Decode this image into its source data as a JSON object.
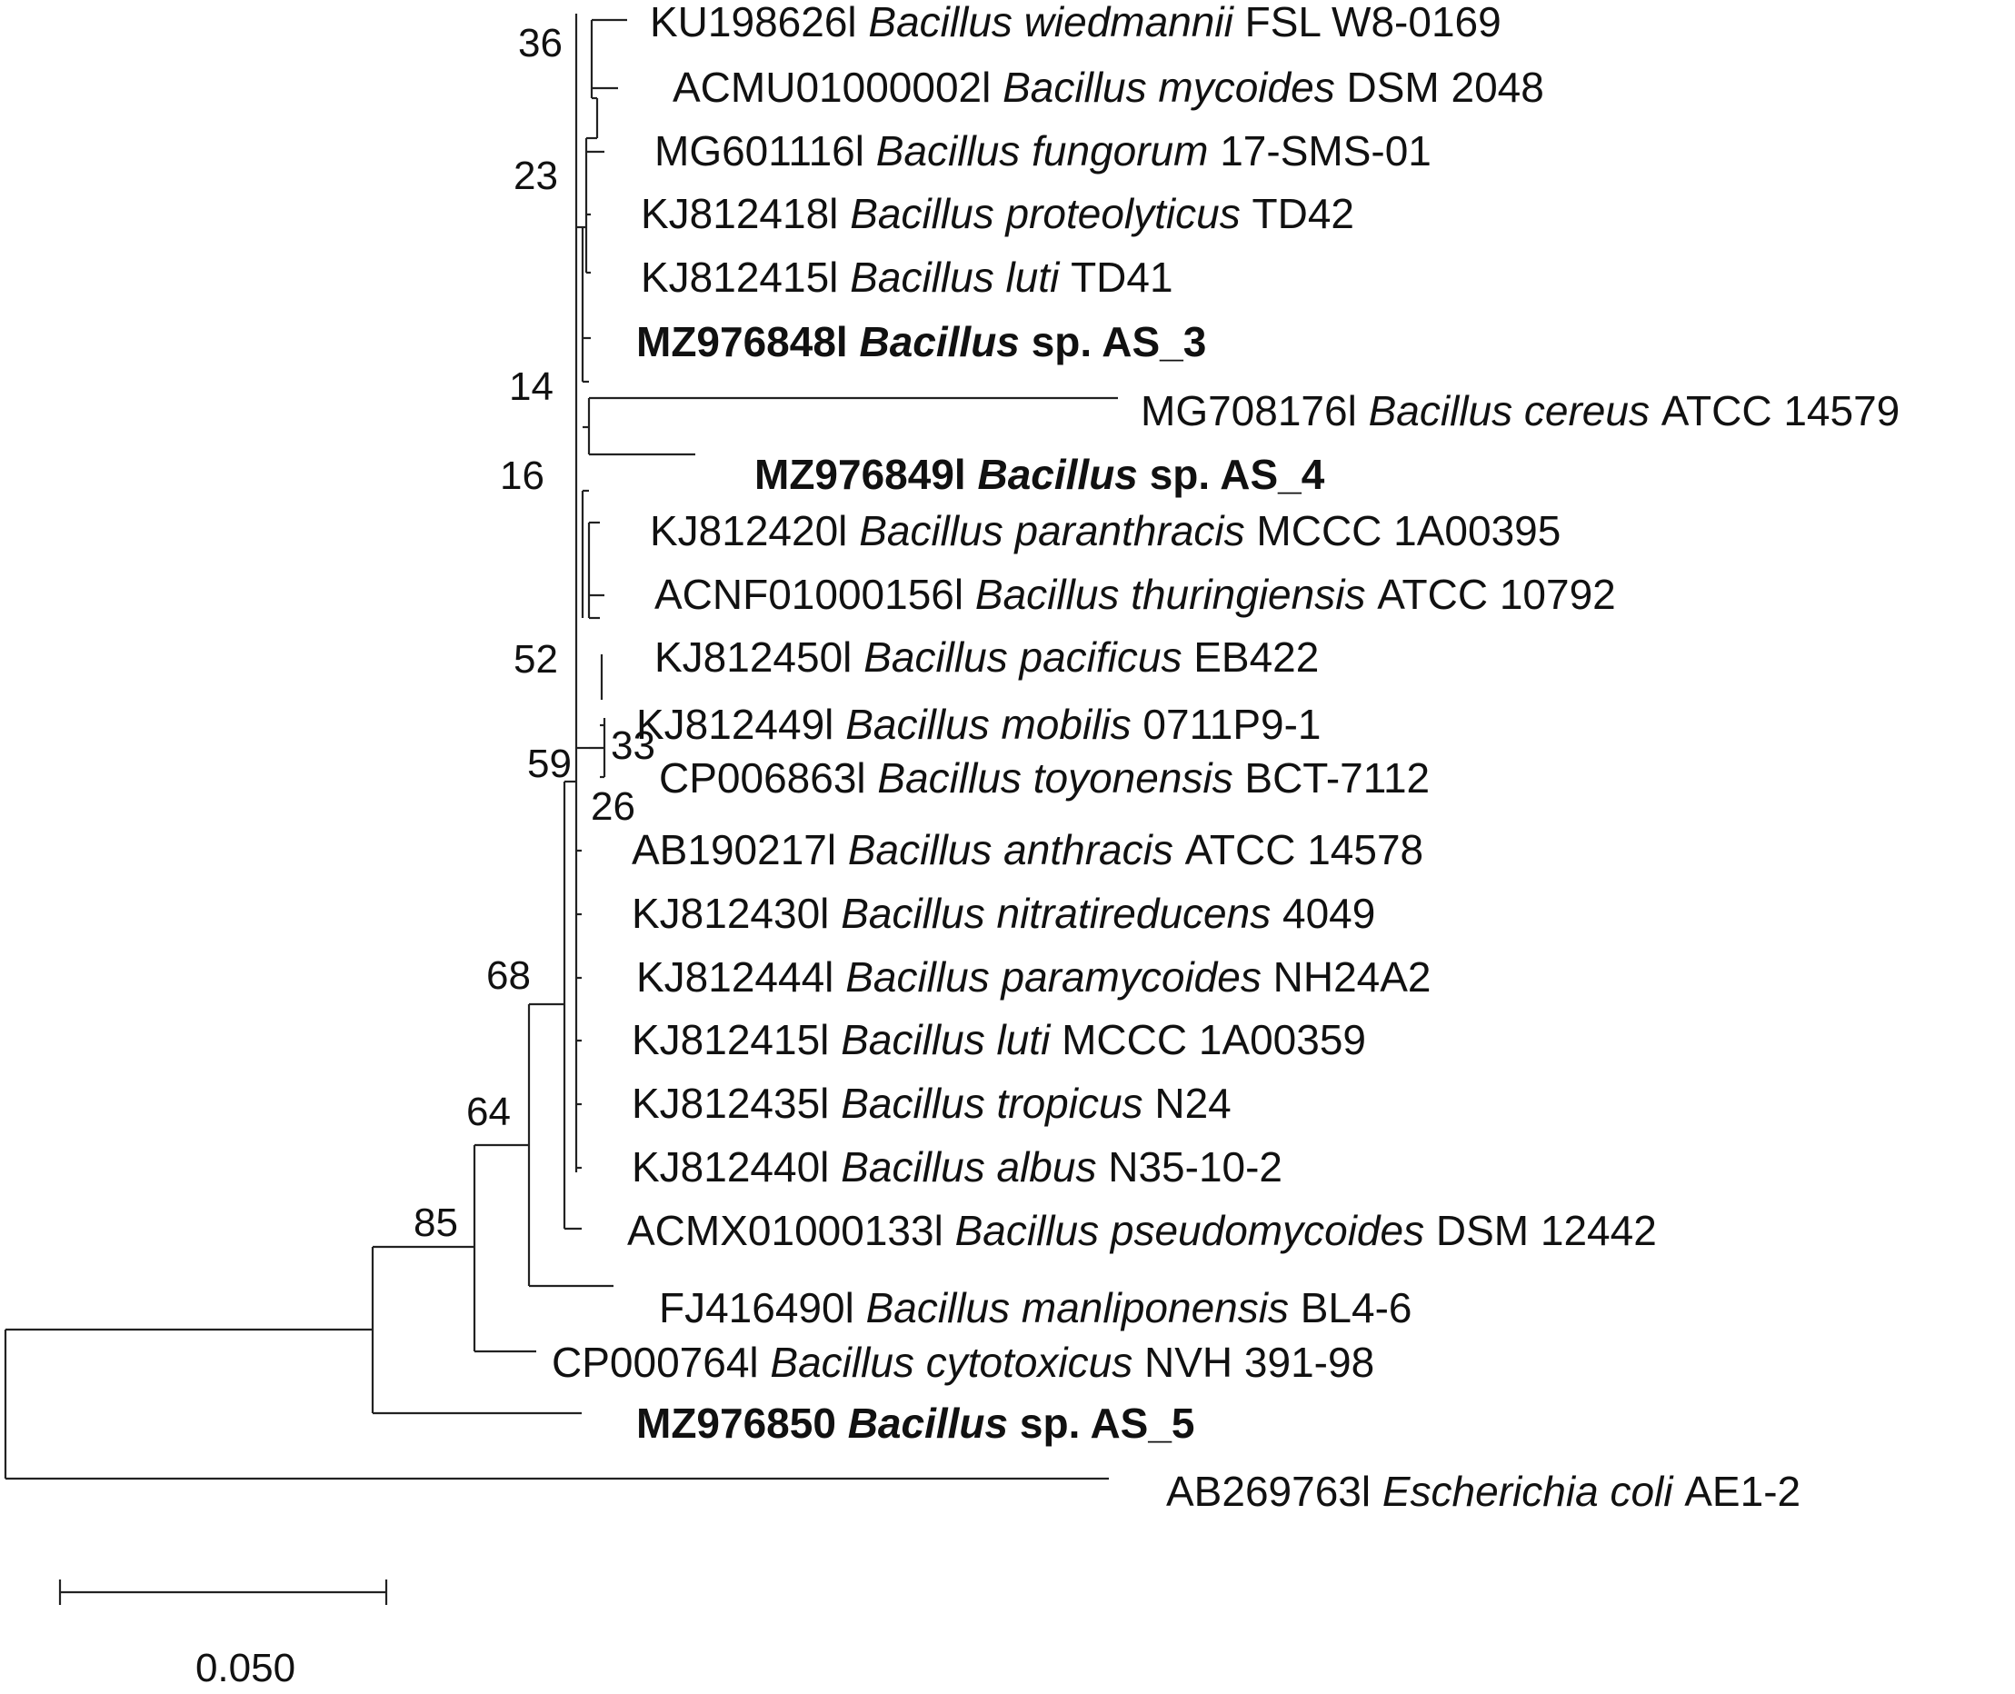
{
  "taxa": [
    {
      "acc": "KU198626l ",
      "genus": "Bacillus",
      "species": "wiedmannii",
      "strain": "FSL W8-0169",
      "highlight": false
    },
    {
      "acc": "ACMU01000002l ",
      "genus": "Bacillus",
      "species": "mycoides",
      "strain": "DSM 2048",
      "highlight": false
    },
    {
      "acc": "MG601116l ",
      "genus": "Bacillus",
      "species": "fungorum",
      "strain": "17-SMS-01",
      "highlight": false
    },
    {
      "acc": "KJ812418l ",
      "genus": "Bacillus",
      "species": "proteolyticus",
      "strain": "TD42",
      "highlight": false
    },
    {
      "acc": "KJ812415l ",
      "genus": "Bacillus",
      "species": "luti",
      "strain": "TD41",
      "highlight": false
    },
    {
      "acc": "MZ976848l ",
      "genus": "Bacillus",
      "species": "",
      "strain": "sp. AS_3",
      "highlight": true
    },
    {
      "acc": "MG708176l ",
      "genus": "Bacillus",
      "species": "cereus",
      "strain": "ATCC 14579",
      "highlight": false
    },
    {
      "acc": "MZ976849l ",
      "genus": "Bacillus",
      "species": "",
      "strain": "sp. AS_4",
      "highlight": true
    },
    {
      "acc": "KJ812420l ",
      "genus": "Bacillus",
      "species": "paranthracis",
      "strain": " MCCC 1A00395",
      "highlight": false
    },
    {
      "acc": "ACNF01000156l ",
      "genus": "Bacillus",
      "species": "thuringiensis",
      "strain": "ATCC 10792",
      "highlight": false
    },
    {
      "acc": "KJ812450l ",
      "genus": "Bacillus",
      "species": "pacificus",
      "strain": "EB422",
      "highlight": false
    },
    {
      "acc": "KJ812449l ",
      "genus": "Bacillus",
      "species": "mobilis",
      "strain": "0711P9-1",
      "highlight": false
    },
    {
      "acc": "CP006863l ",
      "genus": "Bacillus",
      "species": "toyonensis",
      "strain": "BCT-7112",
      "highlight": false
    },
    {
      "acc": "AB190217l ",
      "genus": "Bacillus",
      "species": "anthracis",
      "strain": "ATCC 14578",
      "highlight": false
    },
    {
      "acc": "KJ812430l ",
      "genus": "Bacillus",
      "species": "nitratireducens",
      "strain": "4049",
      "highlight": false
    },
    {
      "acc": "KJ812444l ",
      "genus": "Bacillus",
      "species": "paramycoides",
      "strain": "NH24A2",
      "highlight": false
    },
    {
      "acc": "KJ812415l ",
      "genus": "Bacillus",
      "species": "luti",
      "strain": "MCCC 1A00359",
      "highlight": false
    },
    {
      "acc": "KJ812435l ",
      "genus": "Bacillus",
      "species": "tropicus",
      "strain": "N24",
      "highlight": false
    },
    {
      "acc": "KJ812440l ",
      "genus": "Bacillus",
      "species": "albus",
      "strain": "N35-10-2",
      "highlight": false
    },
    {
      "acc": "ACMX01000133l ",
      "genus": "Bacillus",
      "species": "pseudomycoides",
      "strain": "DSM 12442",
      "highlight": false
    },
    {
      "acc": "FJ416490l ",
      "genus": "Bacillus",
      "species": "manliponensis",
      "strain": "BL4-6",
      "highlight": false
    },
    {
      "acc": "CP000764l ",
      "genus": "Bacillus",
      "species": "cytotoxicus",
      "strain": "NVH 391-98",
      "highlight": false
    },
    {
      "acc": "MZ976850 ",
      "genus": "Bacillus",
      "species": "",
      "strain": "sp. AS_5",
      "highlight": true
    },
    {
      "acc": "AB269763l ",
      "genus": "Escherichia",
      "species": "coli",
      "strain": "AE1-2",
      "highlight": false
    }
  ],
  "bootstrap": [
    "36",
    "23",
    "14",
    "16",
    "52",
    "59",
    "33",
    "26",
    "68",
    "64",
    "85"
  ],
  "scale_bar": {
    "value": 0.05,
    "label": "0.050"
  }
}
